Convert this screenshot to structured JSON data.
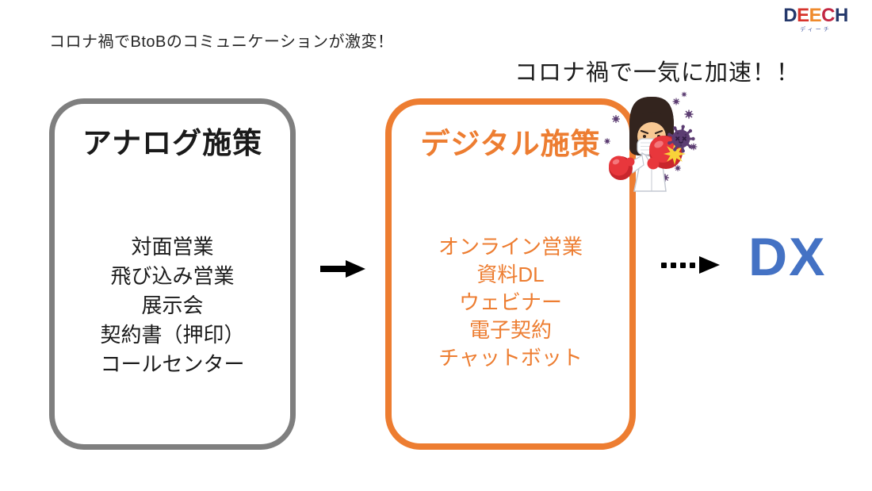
{
  "header": {
    "title": "コロナ禍でBtoBのコミュニケーションが激変！"
  },
  "logo": {
    "name": "DEECH",
    "letters": [
      "D",
      "E",
      "E",
      "C",
      "H"
    ],
    "letter_colors": [
      "#24386B",
      "#D7342C",
      "#EF8A2C",
      "#C22742",
      "#24386B"
    ],
    "subtext": "ディーチ",
    "subtext_color": "#4a5fa5"
  },
  "accel_note": {
    "text": "コロナ禍で一気に加速！！"
  },
  "analog_box": {
    "title": "アナログ施策",
    "items": [
      "対面営業",
      "飛び込み営業",
      "展示会",
      "契約書（押印）",
      "コールセンター"
    ],
    "border_color": "#7f7f7f",
    "text_color": "#1a1a1a"
  },
  "digital_box": {
    "title": "デジタル施策",
    "items": [
      "オンライン営業",
      "資料DL",
      "ウェビナー",
      "電子契約",
      "チャットボット"
    ],
    "border_color": "#ED7D31",
    "text_color": "#ED7D31"
  },
  "arrows": {
    "solid_color": "#000000",
    "dotted_color": "#000000"
  },
  "dx": {
    "label": "DX",
    "color": "#4472C4"
  },
  "illustration": {
    "name": "masked-person-punching-virus",
    "glove_color": "#E8373C",
    "virus_color": "#5C3D72",
    "burst_color": "#F8D33A"
  }
}
